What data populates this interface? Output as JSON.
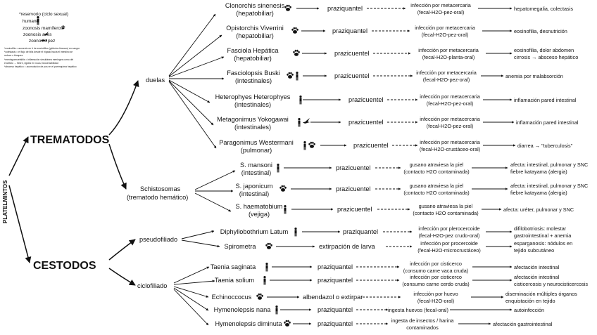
{
  "legend": {
    "items": [
      "*reservorio (ciclo sexual)",
      "humano",
      "zoonosis mamíferos",
      "zoonosis aves",
      "zoonosis pez"
    ],
    "notes": [
      "*eosinofilia = aumento en # de eosinófilos (glóbulos blancos) en sangre",
      "*colestasis = el flujo de bilis desde el hígado hacia el intestino se",
      "reduce o bloquea",
      "*meningoencefalitis = inflamación simultánea meninges como del",
      "encéfalo → fiebre, rigidez en nuca, fotosensibilidad",
      "*absceso hepático = acumulación de pus en el parénquima hepático"
    ]
  },
  "root": "PLATELMINTOS",
  "classes": {
    "trematodos": "TREMATODOS",
    "cestodos": "CESTODOS"
  },
  "groups": {
    "duelas": "duelas",
    "schisto1": "Schistosomas",
    "schisto2": "(trematodo hemático)",
    "pseudofiliado": "pseudofiliado",
    "ciclofiliado": "ciclofiliado"
  },
  "rows": [
    {
      "n1": "Clonorchis sinenesis",
      "n2": "(hepatobiliar)",
      "hosts": [
        "paw"
      ],
      "t": "praziquantel",
      "i1": "infección por metacercaria",
      "i2": "(fecal-H2O-pez-oral)",
      "e1": "hepatomegalia, colectasis",
      "e2": ""
    },
    {
      "n1": "Opistorchis Viverrini",
      "n2": "(hepatobiliar)",
      "hosts": [
        "paw"
      ],
      "t": "praziquantel",
      "i1": "infección por metacercaria",
      "i2": "(fecal-H2O-pez-oral)",
      "e1": "eosinofilia, desnutrición",
      "e2": ""
    },
    {
      "n1": "Fasciola Hepática",
      "n2": "(hepatobiliar)",
      "hosts": [
        "paw"
      ],
      "t": "prazicuentel",
      "i1": "infección por metacercaria",
      "i2": "(fecal-H2O-planta-oral)",
      "e1": "eosinofilia, dolor abdomen",
      "e2": "cirrosis → absceso hepático"
    },
    {
      "n1": "Fasciolopsis Buski",
      "n2": "(intestinales)",
      "hosts": [
        "paw",
        "human"
      ],
      "t": "prazicuentel",
      "i1": "infección por metacercaria",
      "i2": "(fecal-H2O-pez-oral)",
      "e1": "anemia por malabsorción",
      "e2": ""
    },
    {
      "n1": "Heterophyes Heterophyes",
      "n2": "(intestinales)",
      "hosts": [
        "human"
      ],
      "t": "prazicuentel",
      "i1": "infección por metacercaria",
      "i2": "(fecal-H2O-pez-oral)",
      "e1": "inflamación pared intestinal",
      "e2": ""
    },
    {
      "n1": "Metagonimus Yokogawai",
      "n2": "(intestinales)",
      "hosts": [
        "human",
        "bird"
      ],
      "t": "prazicuentel",
      "i1": "infección por metacercaria",
      "i2": "(fecal-H2O-pez-oral)",
      "e1": "inflamación pared intestinal",
      "e2": ""
    },
    {
      "n1": "Paragonimus Westermani",
      "n2": "(pulmonar)",
      "hosts": [
        "human",
        "paw"
      ],
      "t": "prazicuentel",
      "i1": "infección por metacercaria",
      "i2": "(fecal-H2O-crustáceo-oral)",
      "e1": "diarrea → \"tuberculosis\"",
      "e2": ""
    },
    {
      "n1": "S. mansoni",
      "n2": "(intestinal)",
      "hosts": [
        "human"
      ],
      "t": "prazicuentel",
      "i1": "gusano atraviesa la piel",
      "i2": "(contacto H2O contaminada)",
      "e1": "afecta: intestinal, pulmonar y SNC",
      "e2": "fiebre katayama (alergia)"
    },
    {
      "n1": "S. japonicum",
      "n2": "(intestinal)",
      "hosts": [
        "paw"
      ],
      "t": "prazicuentel",
      "i1": "gusano atraviesa la piel",
      "i2": "(contacto H2O contaminada)",
      "e1": "afecta: intestinal, pulmonar y SNC",
      "e2": "fiebre katayama (alergia)"
    },
    {
      "n1": "S. haematobium",
      "n2": "(vejiga)",
      "hosts": [
        "human"
      ],
      "t": "prazicuentel",
      "i1": "gusano atraviesa la piel",
      "i2": "(contacto H2O contaminada)",
      "e1": "afecta: uréter, pulmonar y SNC",
      "e2": ""
    },
    {
      "n1": "Diphyllobothrium Latum",
      "n2": "",
      "hosts": [
        "human"
      ],
      "t": "praziquantel",
      "i1": "infección por plerocercoide",
      "i2": "(fecal-H2O-pez crudo-oral)",
      "e1": "difilobotriosis: molestar",
      "e2": "gastrointestinal + anemia"
    },
    {
      "n1": "Spirometra",
      "n2": "",
      "hosts": [
        "paw"
      ],
      "t": "extirpación de larva",
      "i1": "infección por procercoide",
      "i2": "(fecal-H2O-microcrustáceo)",
      "e1": "esparganosis: nódulos en",
      "e2": "tejido subcutáneo"
    },
    {
      "n1": "Taenia saginata",
      "n2": "",
      "hosts": [
        "human"
      ],
      "t": "praziquantel",
      "i1": "infección por cisticerco",
      "i2": "(consumo carne vaca cruda)",
      "e1": "afectación intestinal",
      "e2": ""
    },
    {
      "n1": "Taenia solium",
      "n2": "",
      "hosts": [
        "human"
      ],
      "t": "praziquantel",
      "i1": "infección por cisticerco",
      "i2": "(consumo carne cerdo cruda)",
      "e1": "afectación intestinal",
      "e2": "cisticercosis y neurocisticercosis"
    },
    {
      "n1": "Echinoccocus",
      "n2": "",
      "hosts": [
        "paw"
      ],
      "t": "albendazol o extirpar",
      "i1": "infección por huevo",
      "i2": "(fecal-H2O-oral)",
      "e1": "diseminación múltiples órganos",
      "e2": "enquistación en tejido"
    },
    {
      "n1": "Hymenolepsis nana",
      "n2": "",
      "hosts": [
        "human"
      ],
      "t": "praziquantel",
      "i1": "ingesta huevos (fecal-oral)",
      "i2": "",
      "e1": "autoinfección",
      "e2": ""
    },
    {
      "n1": "Hymenolepsis diminuta",
      "n2": "",
      "hosts": [
        "paw"
      ],
      "t": "praziquantel",
      "i1": "ingesta de insectos / harina",
      "i2": "contaminados",
      "e1": "afectación gastrointestinal",
      "e2": ""
    }
  ]
}
